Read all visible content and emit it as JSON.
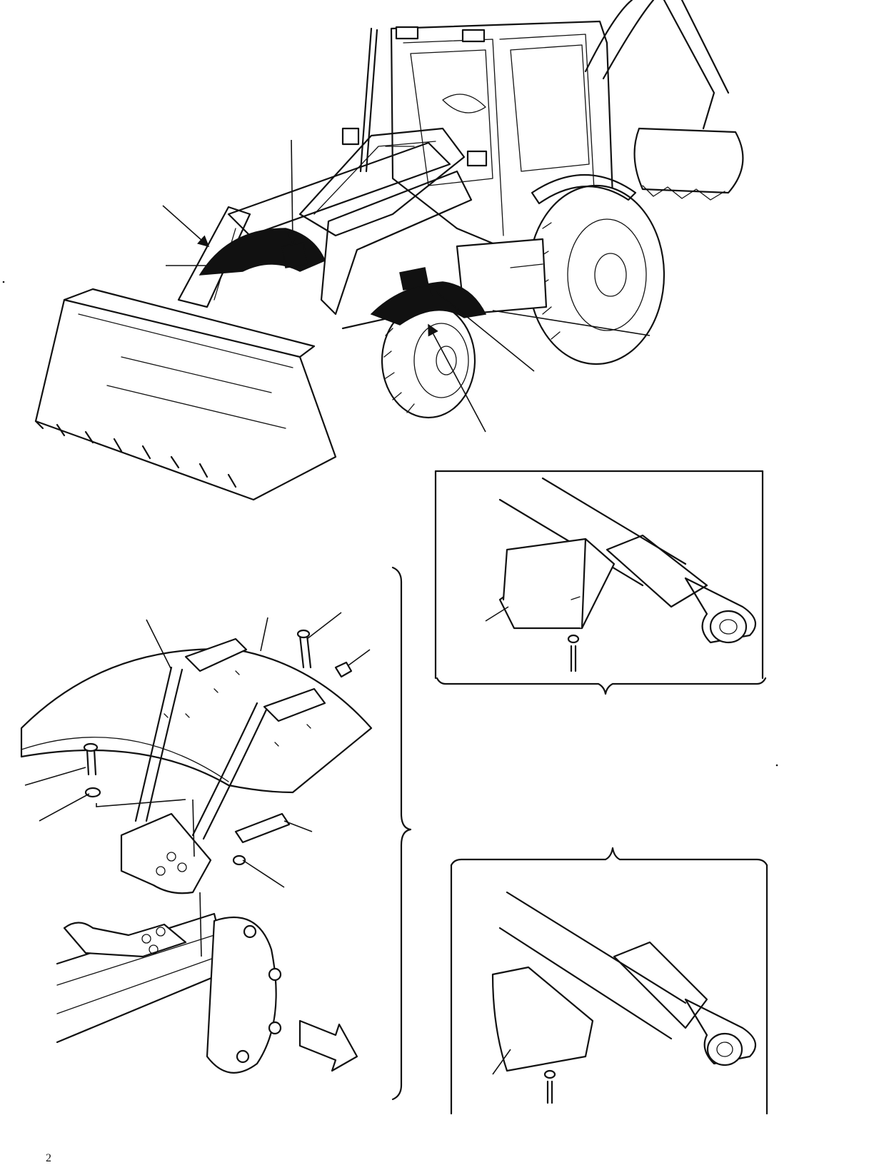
{
  "figure": {
    "kind": "exploded parts illustration",
    "views": [
      "machine-overview",
      "fender-assembly",
      "front-cylinder-guard",
      "rear-cylinder-guard"
    ],
    "colors": {
      "line": "#111111",
      "paper": "#ffffff",
      "highlight": "#111111"
    }
  },
  "page_number": "2"
}
